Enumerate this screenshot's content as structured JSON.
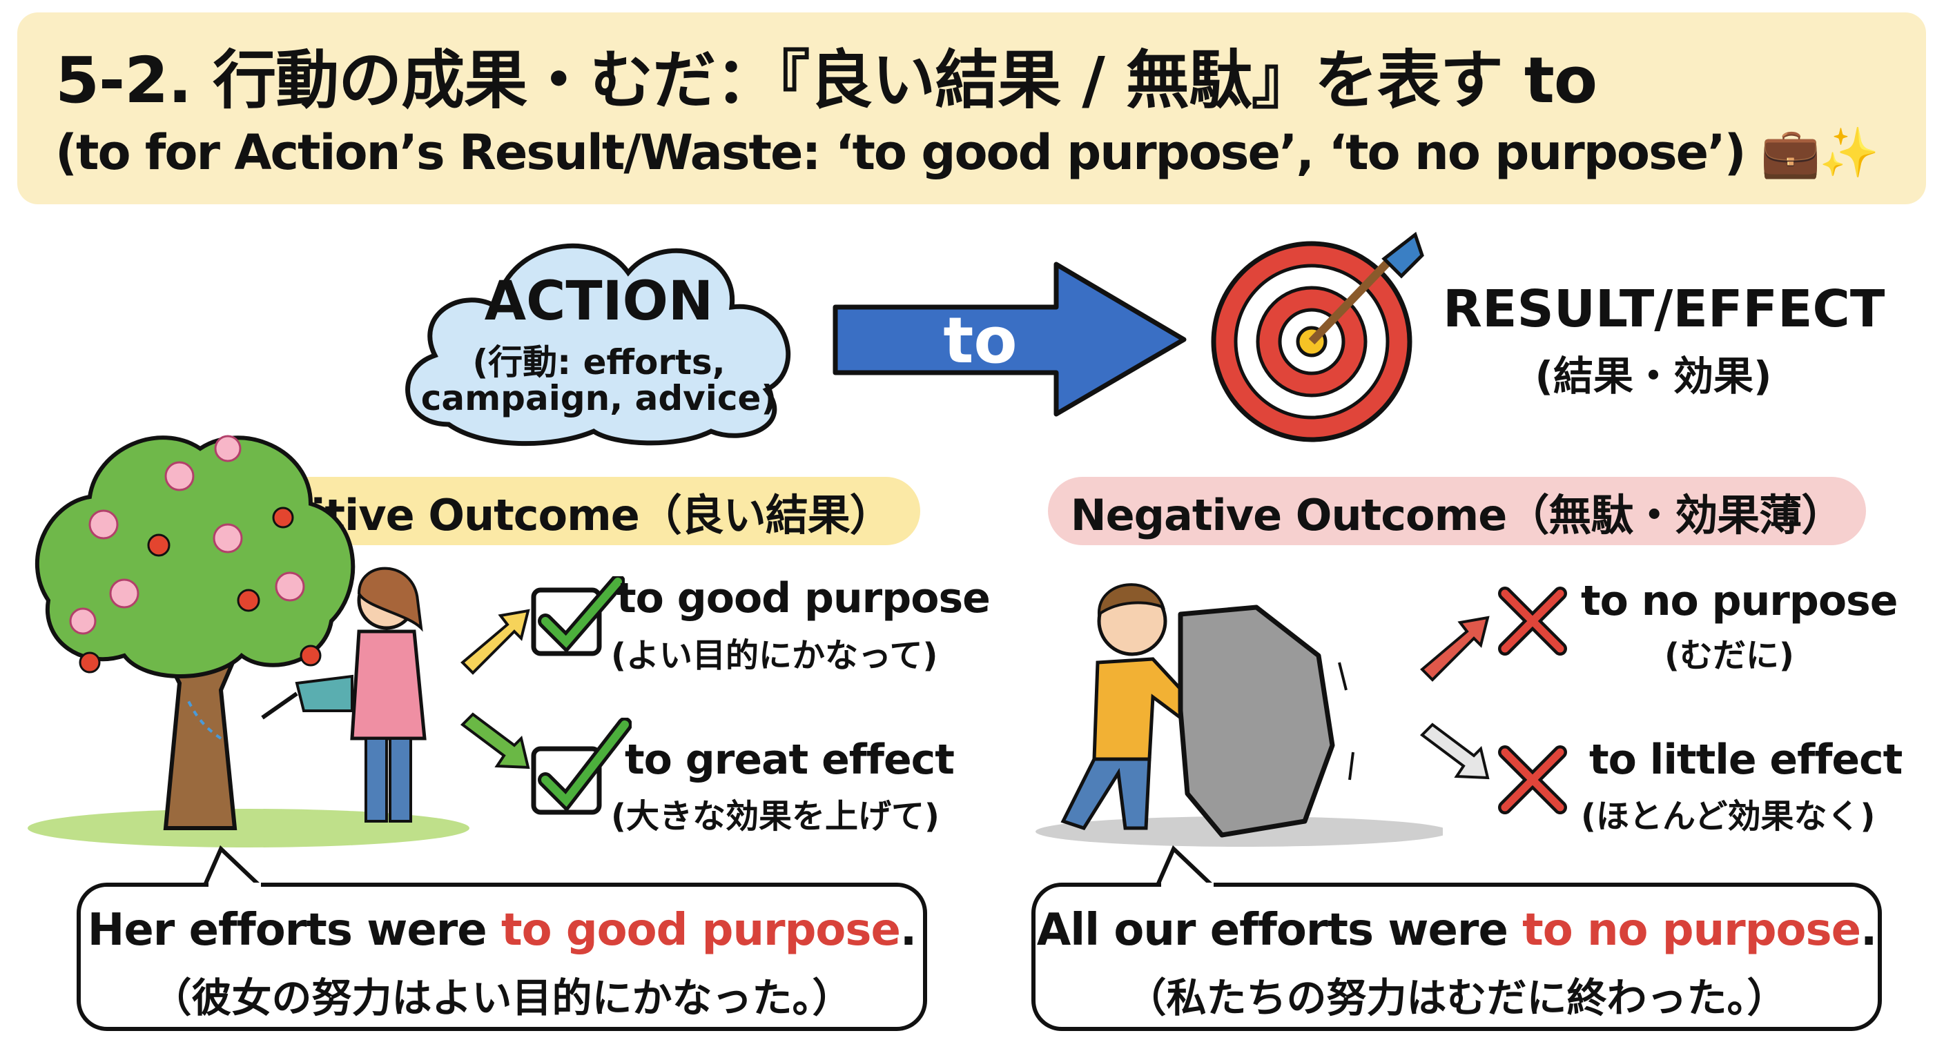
{
  "header": {
    "title": "5-2. 行動の成果・むだ：『良い結果 / 無駄』を表す to",
    "subtitle": "(to for Action’s Result/Waste: ‘to good purpose’, ‘to no purpose’)",
    "icons": [
      "briefcase-icon",
      "sparkles-icon"
    ]
  },
  "flow": {
    "action_title": "ACTION",
    "action_sub1": "(行動: efforts,",
    "action_sub2": "campaign, advice)",
    "arrow_label": "to",
    "result_title": "RESULT/EFFECT",
    "result_sub": "(結果・効果)"
  },
  "positive": {
    "heading": "Positive Outcome（良い結果）",
    "items": [
      {
        "en": "to good purpose",
        "jp": "(よい目的にかなって)"
      },
      {
        "en": "to great effect",
        "jp": "(大きな効果を上げて)"
      }
    ],
    "example_before": "Her efforts were ",
    "example_highlight": "to good purpose",
    "example_after": ".",
    "example_jp": "（彼女の努力はよい目的にかなった。）"
  },
  "negative": {
    "heading": "Negative Outcome（無駄・効果薄）",
    "items": [
      {
        "en": "to no purpose",
        "jp": "(むだに)"
      },
      {
        "en": "to little effect",
        "jp": "(ほとんど効果なく)"
      }
    ],
    "example_before": "All our efforts were ",
    "example_highlight": "to no purpose",
    "example_after": ".",
    "example_jp": "（私たちの努力はむだに終わった。）"
  },
  "colors": {
    "banner": "#fbeec4",
    "positive_pill": "#fbe9a6",
    "negative_pill": "#f6d0cf",
    "arrow": "#3a6fc4",
    "highlight": "#d8423a",
    "check": "#4caf3c",
    "cross": "#e0453a"
  }
}
